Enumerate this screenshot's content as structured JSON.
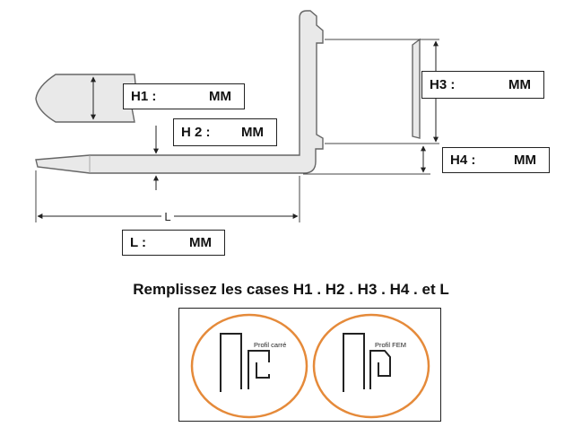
{
  "fields": {
    "h1": {
      "label": "H1 :",
      "unit": "MM"
    },
    "h2": {
      "label": "H 2 :",
      "unit": "MM"
    },
    "h3": {
      "label": "H3 :",
      "unit": "MM"
    },
    "h4": {
      "label": "H4 :",
      "unit": "MM"
    },
    "l": {
      "label": "L :",
      "unit": "MM"
    }
  },
  "dimension_letter_l": "L",
  "instruction": "Remplissez les cases  H1 . H2 . H3 .  H4 . et L",
  "profiles": {
    "square": "Profil carré",
    "fem": "Profil FEM"
  },
  "colors": {
    "fork_fill": "#e9e9e9",
    "fork_stroke": "#666666",
    "profile_circle": "#e58a3a"
  }
}
